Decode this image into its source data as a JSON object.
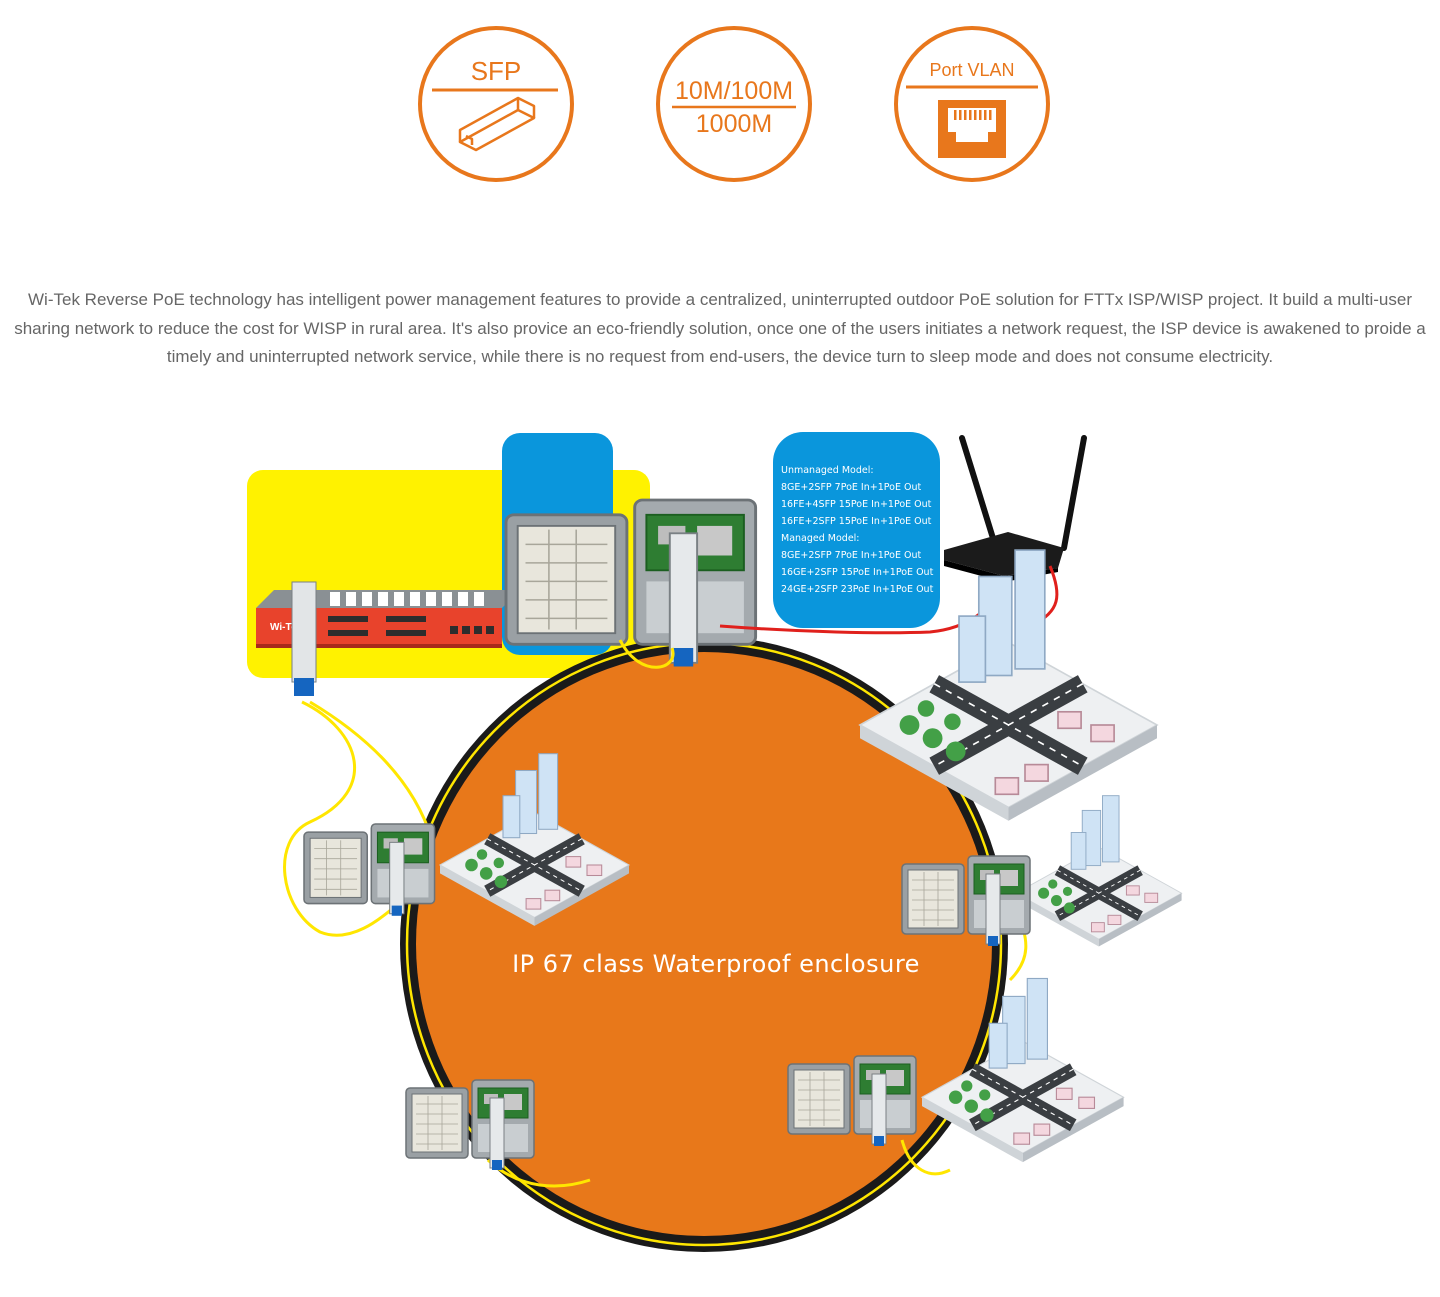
{
  "features": {
    "sfp": {
      "label": "SFP",
      "icon": "sfp-module-icon"
    },
    "speed": {
      "line1": "10M/100M",
      "line2": "1000M"
    },
    "vlan": {
      "label": "Port VLAN",
      "icon": "ethernet-port-icon"
    }
  },
  "intro_text": "Wi-Tek Reverse PoE technology has intelligent power management features to provide a centralized, uninterrupted outdoor PoE solution for FTTx ISP/WISP project. It build a multi-user sharing network to reduce the cost for WISP in rural area. It's also provice an eco-friendly solution, once one of the users initiates a network request, the ISP device is awakened to proide a timely and uninterrupted network service, while there is no request from end-users, the device turn to sleep mode and does not consume electricity.",
  "diagram": {
    "ring_label": "IP 67 class Waterproof enclosure",
    "switch_brand": "Wi-Tek",
    "models": [
      "Unmanaged Model:",
      "8GE+2SFP 7PoE In+1PoE Out",
      "16FE+4SFP 15PoE In+1PoE Out",
      "16FE+2SFP 15PoE In+1PoE Out",
      "Managed Model:",
      "8GE+2SFP  7PoE In+1PoE Out",
      "16GE+2SFP 15PoE In+1PoE Out",
      "24GE+2SFP 23PoE In+1PoE Out"
    ]
  },
  "colors": {
    "accent_orange": "#e8771c",
    "ring_fill": "#e8781a",
    "yellow_panel": "#fff200",
    "blue_panel": "#0a96dc",
    "cable_yellow": "#ffe600",
    "cable_red": "#e0201c"
  }
}
